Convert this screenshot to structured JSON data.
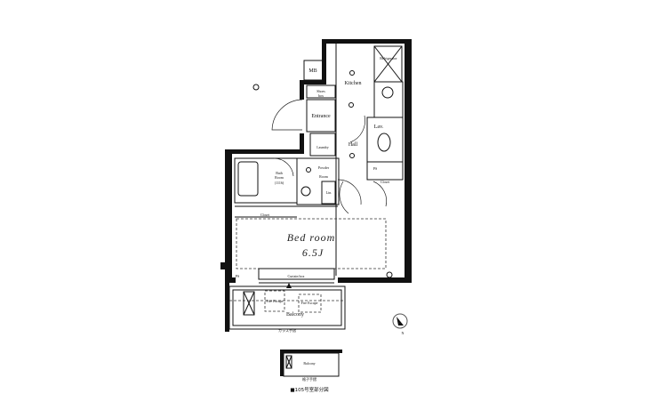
{
  "plan": {
    "rooms": {
      "mb": "MB",
      "kitchen": "Kitchen",
      "refrigerator": "Refrigerator",
      "shoes_box_1": "Shoes",
      "shoes_box_2": "box",
      "entrance": "Entrance",
      "laundry": "Laundry",
      "hall": "Hall",
      "lav": "Lav.",
      "bath_1": "Bath",
      "bath_2": "Room",
      "bath_3": "(1116)",
      "powder_1": "Powder",
      "powder_2": "Room",
      "lin": "Lin.",
      "ps_1": "PS",
      "ps_2": "PS",
      "closet_hall": "Closet",
      "closet_bed": "Closet",
      "bedroom": "Bed room",
      "bedroom_size": "6.5J",
      "curtain_box": "Curtain box",
      "balcony": "Balcony",
      "fire_escape_1": "Fire Escape",
      "fire_escape_2": "Fire Escape",
      "glass_rail": "ガラス手摺",
      "inset_balcony": "Balcony",
      "inset_rail": "格子手摺"
    },
    "compass": "N",
    "caption": "■105号室部分図"
  }
}
